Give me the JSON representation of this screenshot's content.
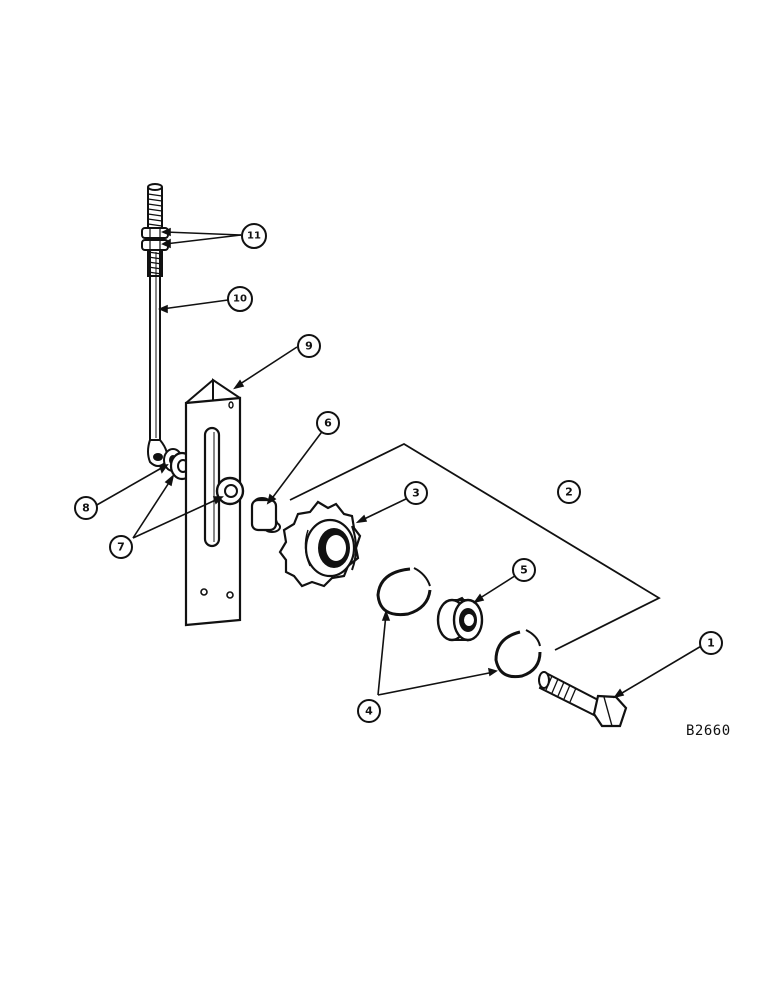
{
  "diagram": {
    "drawing_code": "B2660",
    "callouts": [
      "1",
      "2",
      "3",
      "4",
      "5",
      "6",
      "7",
      "8",
      "9",
      "10",
      "11"
    ],
    "parts": [
      "bolt",
      "bracket-line",
      "sprocket",
      "snap-ring",
      "bearing",
      "spacer",
      "washer",
      "eyebolt-washer",
      "mounting-plate",
      "adjusting-rod",
      "jam-nuts"
    ]
  }
}
